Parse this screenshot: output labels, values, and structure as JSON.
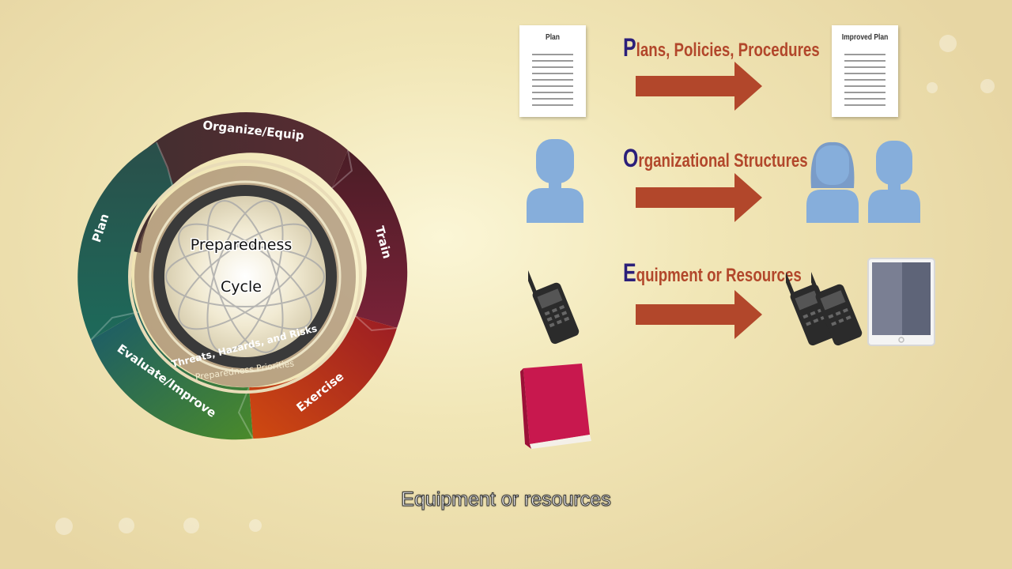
{
  "wheel": {
    "center_line1": "Preparedness",
    "center_line2": "Cycle",
    "segments": [
      "Organize/Equip",
      "Train",
      "Exercise",
      "Evaluate/Improve",
      "Plan"
    ],
    "inner_ring_label": "Threats, Hazards, and Risks",
    "outer_ring_label": "Preparedness Priorities"
  },
  "documents": {
    "original_title": "Plan",
    "improved_title": "Improved Plan"
  },
  "categories": [
    {
      "initial": "P",
      "rest": "lans, Policies, Procedures"
    },
    {
      "initial": "O",
      "rest": "rganizational Structures"
    },
    {
      "initial": "E",
      "rest": "quipment or Resources"
    }
  ],
  "caption": "Equipment or resources",
  "colors": {
    "arrow": "#b2472b",
    "category_text": "#b2472b",
    "category_initial": "#2b1f7a",
    "person": "#86aedb",
    "book": "#c8184e"
  },
  "icons": [
    "document-icon",
    "person-icon",
    "radio-icon",
    "book-icon",
    "tablet-icon"
  ]
}
